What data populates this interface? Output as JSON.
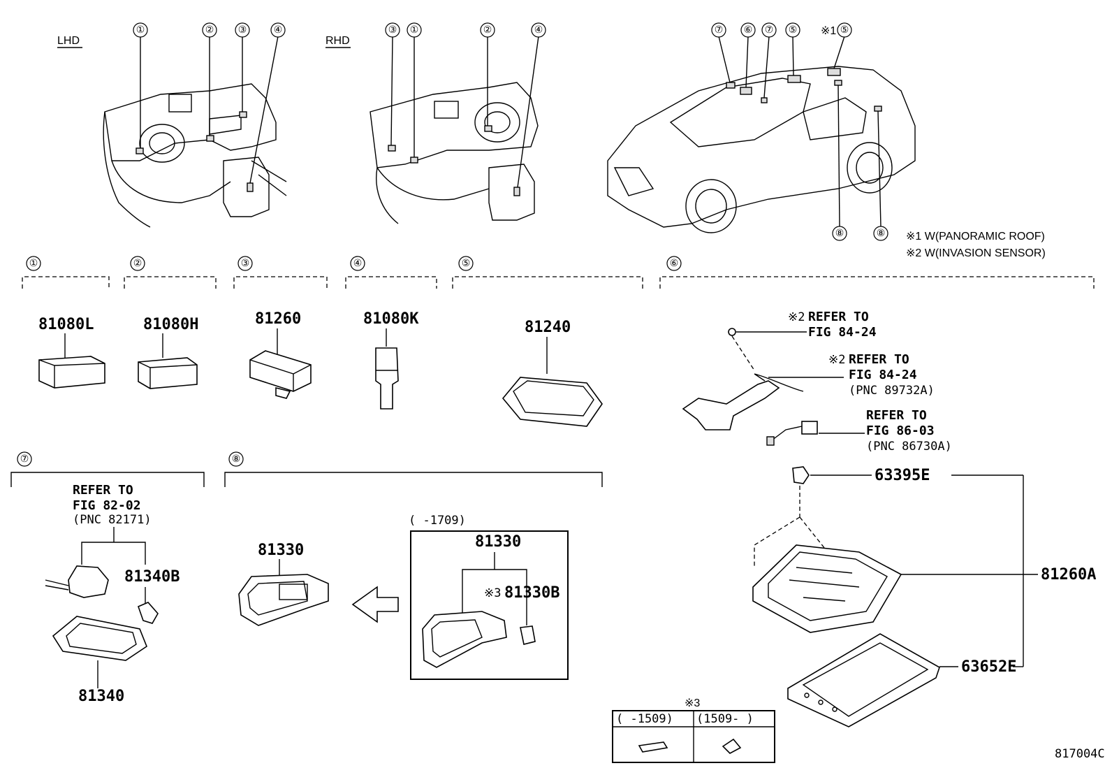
{
  "header": {
    "lhd_label": "LHD",
    "rhd_label": "RHD"
  },
  "legend": {
    "note1": "※1 W(PANORAMIC ROOF)",
    "note2": "※2 W(INVASION SENSOR)"
  },
  "sections": {
    "s1": "①",
    "s2": "②",
    "s3": "③",
    "s4": "④",
    "s5": "⑤",
    "s6": "⑥",
    "s7": "⑦",
    "s8": "⑧"
  },
  "callout_note1": "※1",
  "parts": {
    "p81080L": "81080L",
    "p81080H": "81080H",
    "p81260": "81260",
    "p81080K": "81080K",
    "p81240": "81240",
    "p63395E": "63395E",
    "p81260A": "81260A",
    "p63652E": "63652E",
    "p81340B": "81340B",
    "p81340": "81340",
    "p81330_left": "81330",
    "p81330_box": "81330",
    "p81330B": "81330B",
    "p81330B_prefix": "※3"
  },
  "refs": {
    "r1_prefix": "※2",
    "r1_line1": "REFER TO",
    "r1_line2": "FIG 84-24",
    "r2_prefix": "※2",
    "r2_line1": "REFER TO",
    "r2_line2": "FIG 84-24",
    "r2_line3": "(PNC 89732A)",
    "r3_line1": "REFER TO",
    "r3_line2": "FIG 86-03",
    "r3_line3": "(PNC 86730A)",
    "r4_line1": "REFER TO",
    "r4_line2": "FIG 82-02",
    "r4_line3": "(PNC 82171)"
  },
  "date_box": {
    "label": "(      -1709)"
  },
  "bulb_table": {
    "title": "※3",
    "col1": "(      -1509)",
    "col2": "(1509-        )"
  },
  "diagram_id": "817004C"
}
